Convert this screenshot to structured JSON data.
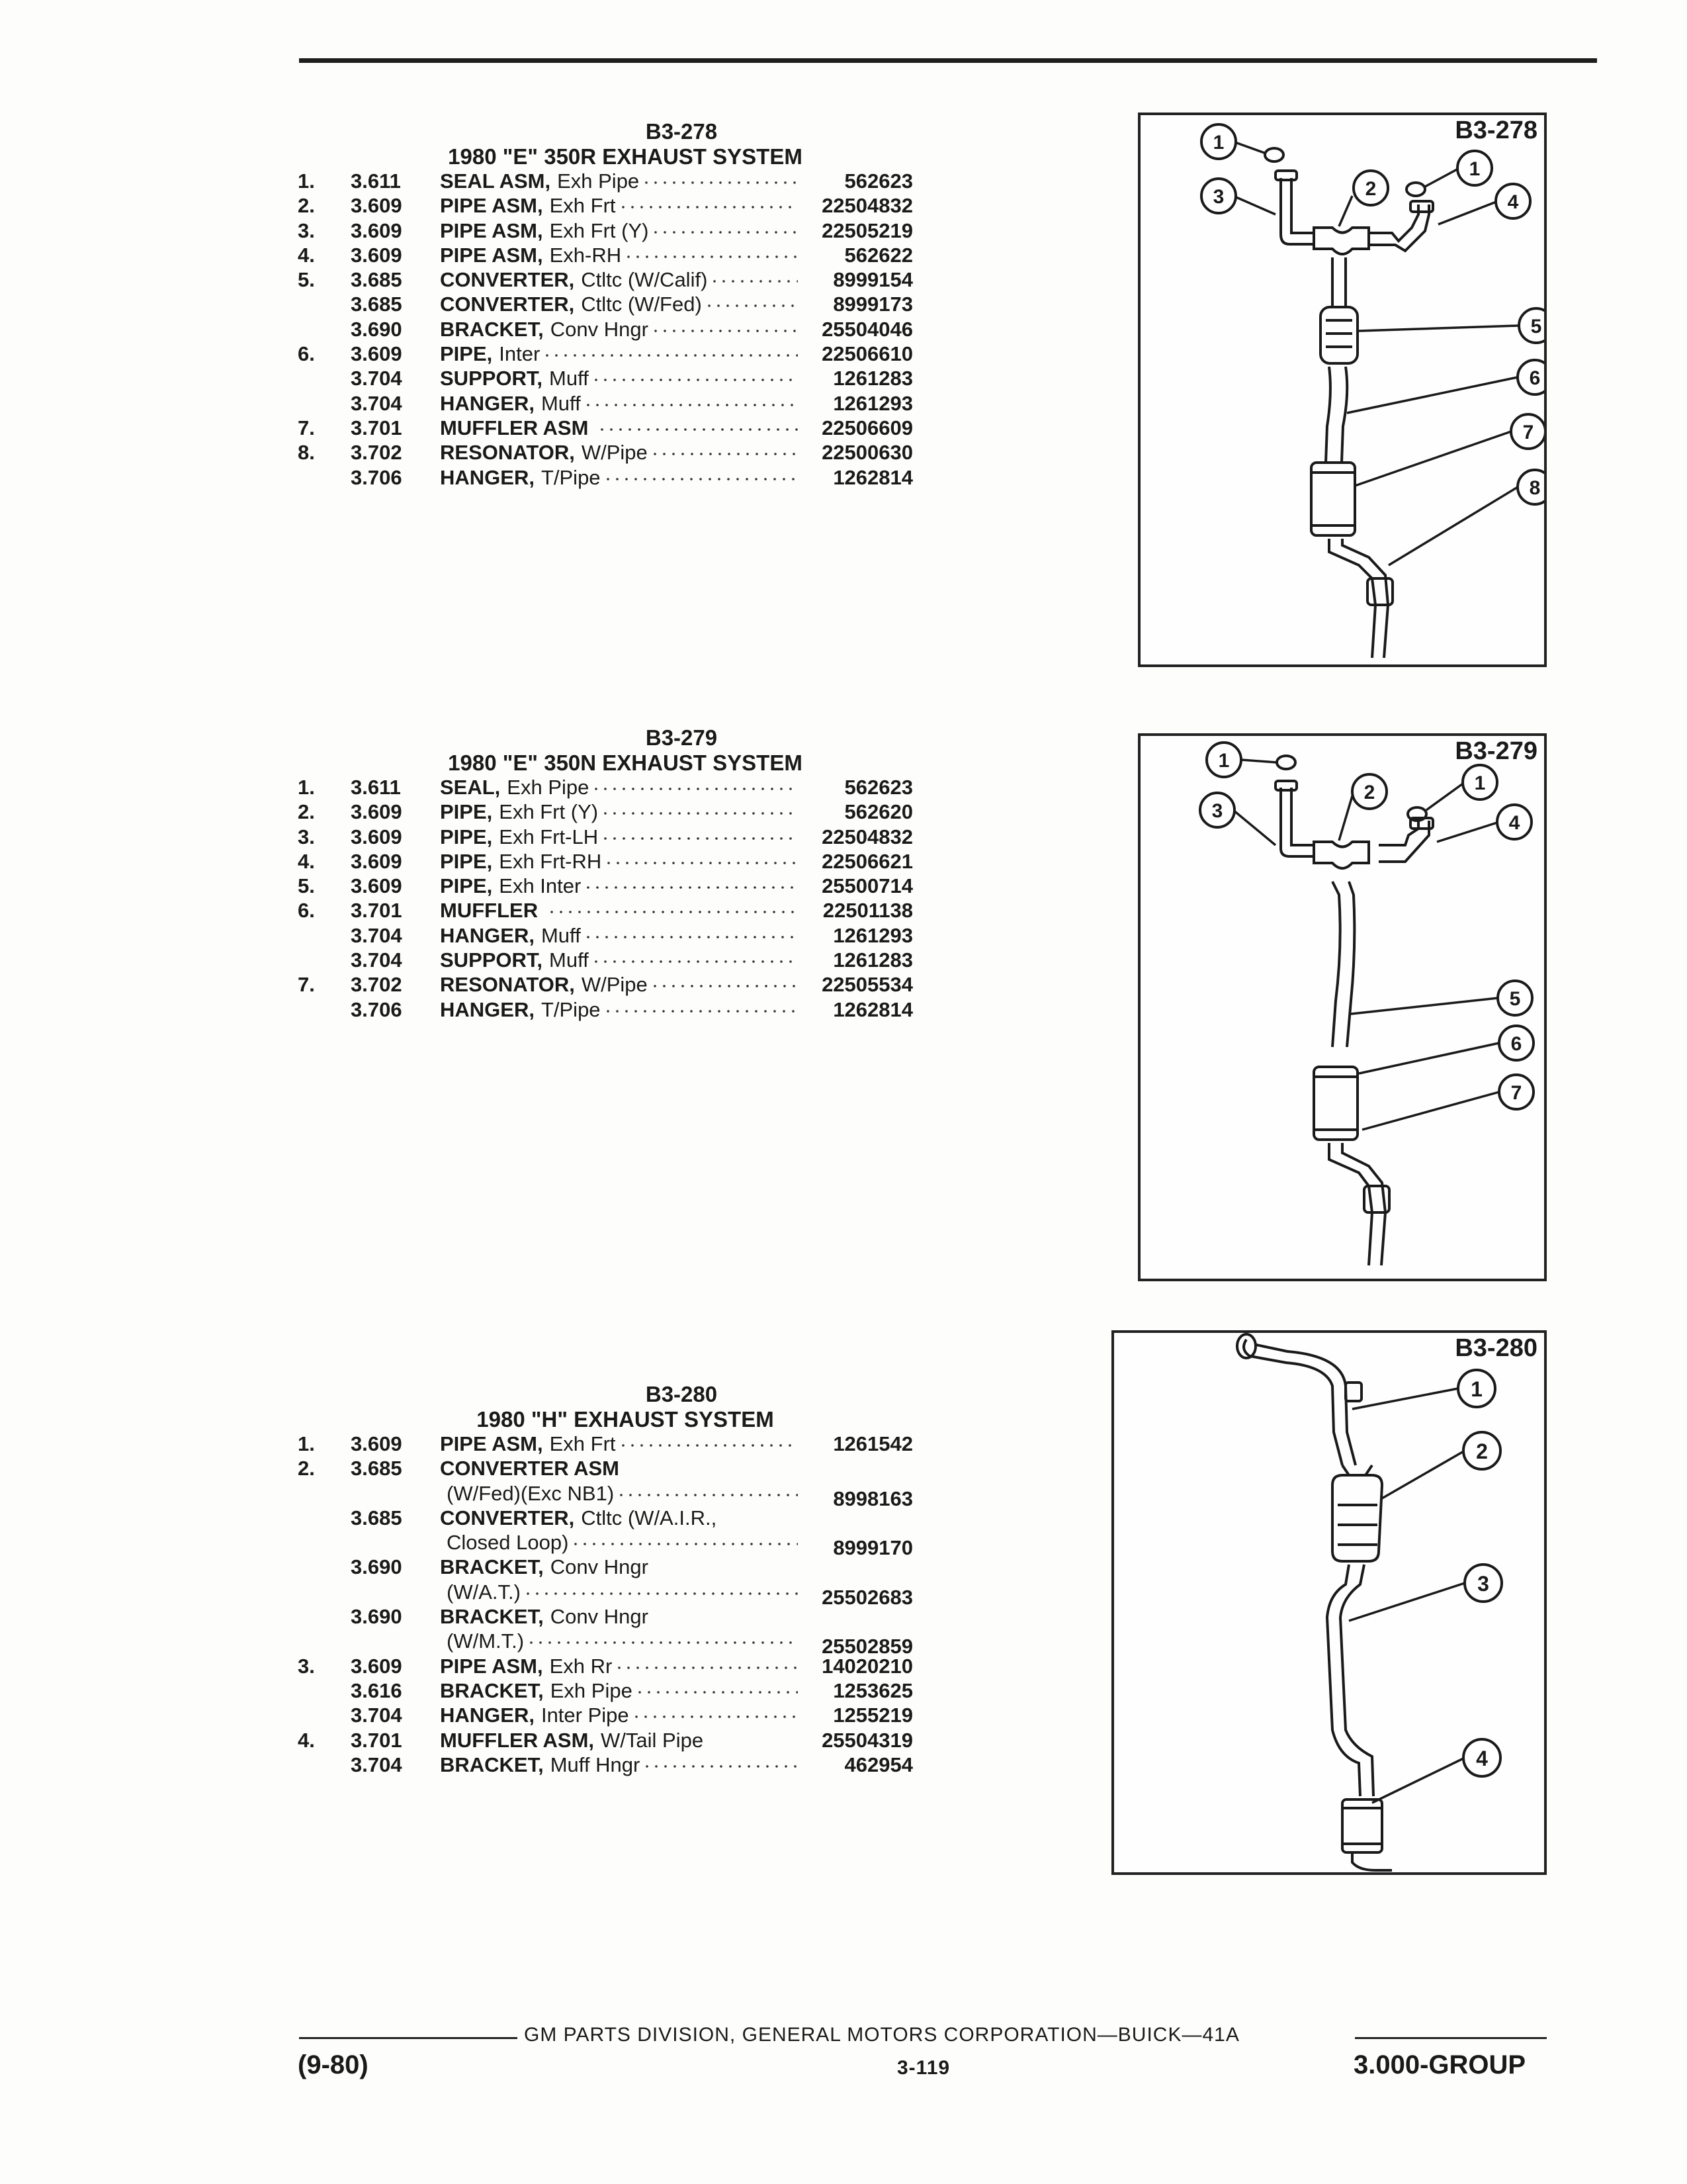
{
  "sections": [
    {
      "code": "B3-278",
      "title": "1980 \"E\" 350R EXHAUST SYSTEM",
      "rows": [
        {
          "num": "1.",
          "group": "3.611",
          "name": "SEAL ASM,",
          "detail": "Exh Pipe",
          "part": "562623"
        },
        {
          "num": "2.",
          "group": "3.609",
          "name": "PIPE ASM,",
          "detail": "Exh Frt",
          "part": "22504832"
        },
        {
          "num": "3.",
          "group": "3.609",
          "name": "PIPE ASM,",
          "detail": "Exh Frt (Y)",
          "part": "22505219"
        },
        {
          "num": "4.",
          "group": "3.609",
          "name": "PIPE ASM,",
          "detail": "Exh-RH",
          "part": "562622"
        },
        {
          "num": "5.",
          "group": "3.685",
          "name": "CONVERTER,",
          "detail": "Ctltc (W/Calif)",
          "part": "8999154"
        },
        {
          "num": "",
          "group": "3.685",
          "name": "CONVERTER,",
          "detail": "Ctltc (W/Fed)",
          "part": "8999173"
        },
        {
          "num": "",
          "group": "3.690",
          "name": "BRACKET,",
          "detail": "Conv Hngr",
          "part": "25504046"
        },
        {
          "num": "6.",
          "group": "3.609",
          "name": "PIPE,",
          "detail": "Inter",
          "part": "22506610"
        },
        {
          "num": "",
          "group": "3.704",
          "name": "SUPPORT,",
          "detail": "Muff",
          "part": "1261283"
        },
        {
          "num": "",
          "group": "3.704",
          "name": "HANGER,",
          "detail": "Muff",
          "part": "1261293"
        },
        {
          "num": "7.",
          "group": "3.701",
          "name": "MUFFLER ASM",
          "detail": "",
          "part": "22506609"
        },
        {
          "num": "8.",
          "group": "3.702",
          "name": "RESONATOR,",
          "detail": "W/Pipe",
          "part": "22500630"
        },
        {
          "num": "",
          "group": "3.706",
          "name": "HANGER,",
          "detail": "T/Pipe",
          "part": "1262814"
        }
      ]
    },
    {
      "code": "B3-279",
      "title": "1980 \"E\" 350N EXHAUST SYSTEM",
      "rows": [
        {
          "num": "1.",
          "group": "3.611",
          "name": "SEAL,",
          "detail": "Exh Pipe",
          "part": "562623"
        },
        {
          "num": "2.",
          "group": "3.609",
          "name": "PIPE,",
          "detail": "Exh Frt (Y)",
          "part": "562620"
        },
        {
          "num": "3.",
          "group": "3.609",
          "name": "PIPE,",
          "detail": "Exh Frt-LH",
          "part": "22504832"
        },
        {
          "num": "4.",
          "group": "3.609",
          "name": "PIPE,",
          "detail": "Exh Frt-RH",
          "part": "22506621"
        },
        {
          "num": "5.",
          "group": "3.609",
          "name": "PIPE,",
          "detail": "Exh Inter",
          "part": "25500714"
        },
        {
          "num": "6.",
          "group": "3.701",
          "name": "MUFFLER",
          "detail": "",
          "part": "22501138"
        },
        {
          "num": "",
          "group": "3.704",
          "name": "HANGER,",
          "detail": "Muff",
          "part": "1261293"
        },
        {
          "num": "",
          "group": "3.704",
          "name": "SUPPORT,",
          "detail": "Muff",
          "part": "1261283"
        },
        {
          "num": "7.",
          "group": "3.702",
          "name": "RESONATOR,",
          "detail": "W/Pipe",
          "part": "22505534"
        },
        {
          "num": "",
          "group": "3.706",
          "name": "HANGER,",
          "detail": "T/Pipe",
          "part": "1262814"
        }
      ]
    },
    {
      "code": "B3-280",
      "title": "1980 \"H\" EXHAUST SYSTEM",
      "rows": [
        {
          "num": "1.",
          "group": "3.609",
          "name": "PIPE ASM,",
          "detail": "Exh Frt",
          "part": "1261542"
        },
        {
          "num": "2.",
          "group": "3.685",
          "name": "CONVERTER ASM",
          "detail": "",
          "part": "",
          "nodots": true
        },
        {
          "num": "",
          "group": "",
          "name": "",
          "detail": "(W/Fed)(Exc NB1)",
          "part": "8998163"
        },
        {
          "num": "",
          "group": "3.685",
          "name": "CONVERTER,",
          "detail": "Ctltc (W/A.I.R.,",
          "part": "",
          "nodots": true
        },
        {
          "num": "",
          "group": "",
          "name": "",
          "detail": "Closed Loop)",
          "part": "8999170"
        },
        {
          "num": "",
          "group": "3.690",
          "name": "BRACKET,",
          "detail": "Conv Hngr",
          "part": "",
          "nodots": true
        },
        {
          "num": "",
          "group": "",
          "name": "",
          "detail": "(W/A.T.)",
          "part": "25502683"
        },
        {
          "num": "",
          "group": "3.690",
          "name": "BRACKET,",
          "detail": "Conv Hngr",
          "part": "",
          "nodots": true
        },
        {
          "num": "",
          "group": "",
          "name": "",
          "detail": "(W/M.T.)",
          "part": "25502859"
        },
        {
          "num": "3.",
          "group": "3.609",
          "name": "PIPE ASM,",
          "detail": "Exh Rr",
          "part": "14020210"
        },
        {
          "num": "",
          "group": "3.616",
          "name": "BRACKET,",
          "detail": "Exh Pipe",
          "part": "1253625"
        },
        {
          "num": "",
          "group": "3.704",
          "name": "HANGER,",
          "detail": "Inter Pipe",
          "part": "1255219"
        },
        {
          "num": "4.",
          "group": "3.701",
          "name": "MUFFLER ASM,",
          "detail": "W/Tail Pipe",
          "part": "25504319",
          "nodots": true
        },
        {
          "num": "",
          "group": "3.704",
          "name": "BRACKET,",
          "detail": "Muff Hngr",
          "part": "462954"
        }
      ]
    }
  ],
  "figures": [
    {
      "label": "B3-278",
      "callouts": [
        "1",
        "2",
        "3",
        "1",
        "4",
        "5",
        "6",
        "7",
        "8"
      ]
    },
    {
      "label": "B3-279",
      "callouts": [
        "1",
        "2",
        "3",
        "1",
        "4",
        "5",
        "6",
        "7"
      ]
    },
    {
      "label": "B3-280",
      "callouts": [
        "1",
        "2",
        "3",
        "4"
      ]
    }
  ],
  "footer": {
    "division": "GM PARTS DIVISION, GENERAL MOTORS CORPORATION—BUICK—41A",
    "date": "(9-80)",
    "page": "3-119",
    "group": "3.000-GROUP"
  }
}
